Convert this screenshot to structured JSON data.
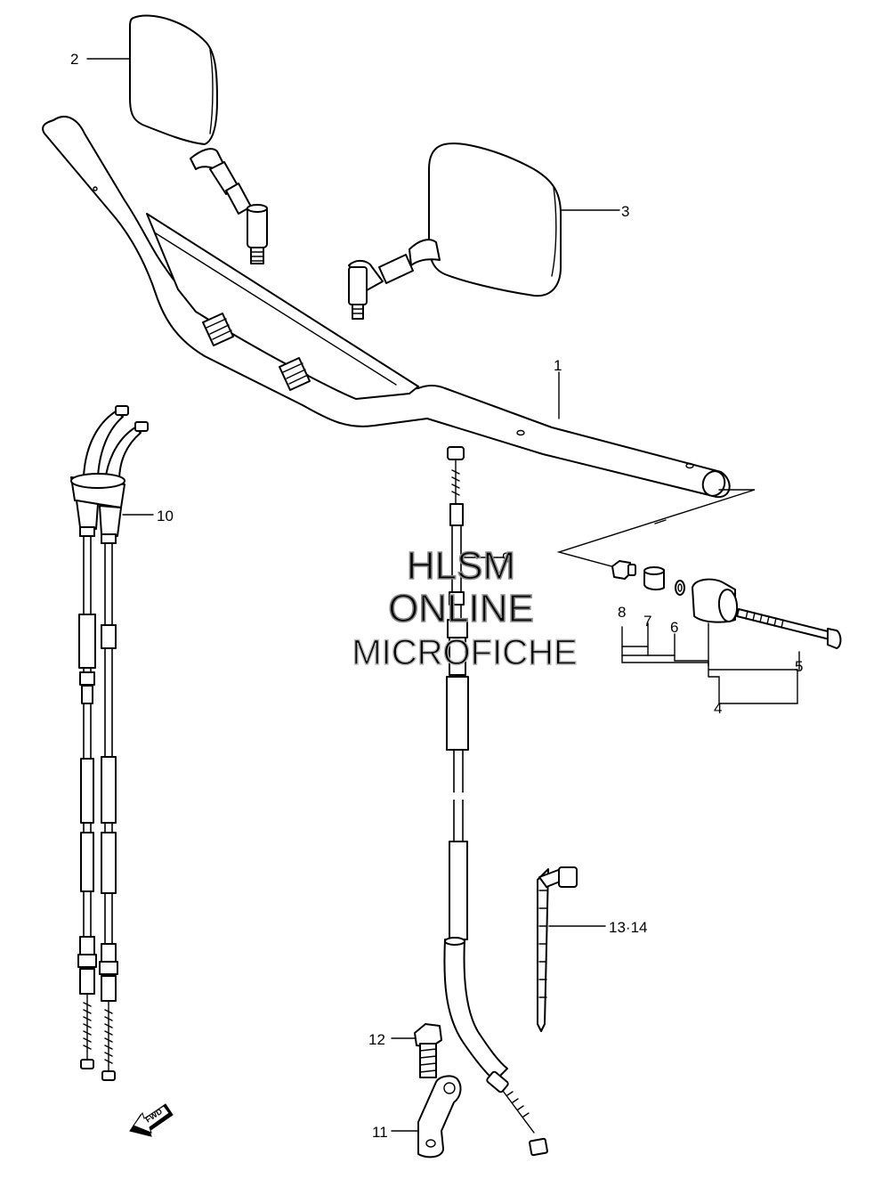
{
  "callouts": {
    "c1": "1",
    "c2": "2",
    "c3": "3",
    "c4": "4",
    "c5": "5",
    "c6": "6",
    "c7": "7",
    "c8": "8",
    "c9": "9",
    "c10": "10",
    "c11": "11",
    "c12": "12",
    "c13_14": "13·14"
  },
  "watermark": {
    "line1": "HLSM",
    "line2": "ONLINE",
    "line3": "MICROFICHE"
  },
  "fwd_label": "FWD"
}
